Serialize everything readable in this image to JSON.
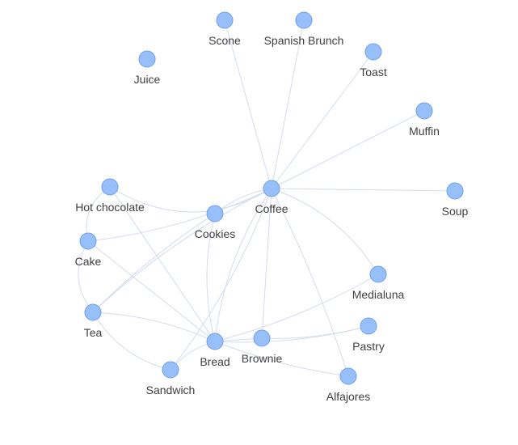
{
  "graph": {
    "colors": {
      "node_fill": "#97bffa",
      "node_stroke": "#6f9fe6",
      "edge": "#d2dcec",
      "label": "#404040"
    },
    "nodes": [
      {
        "id": "coffee",
        "label": "Coffee"
      },
      {
        "id": "scone",
        "label": "Scone"
      },
      {
        "id": "spanish-brunch",
        "label": "Spanish Brunch"
      },
      {
        "id": "juice",
        "label": "Juice"
      },
      {
        "id": "toast",
        "label": "Toast"
      },
      {
        "id": "muffin",
        "label": "Muffin"
      },
      {
        "id": "soup",
        "label": "Soup"
      },
      {
        "id": "hot-chocolate",
        "label": "Hot chocolate"
      },
      {
        "id": "cookies",
        "label": "Cookies"
      },
      {
        "id": "cake",
        "label": "Cake"
      },
      {
        "id": "medialuna",
        "label": "Medialuna"
      },
      {
        "id": "tea",
        "label": "Tea"
      },
      {
        "id": "pastry",
        "label": "Pastry"
      },
      {
        "id": "bread",
        "label": "Bread"
      },
      {
        "id": "brownie",
        "label": "Brownie"
      },
      {
        "id": "sandwich",
        "label": "Sandwich"
      },
      {
        "id": "alfajores",
        "label": "Alfajores"
      }
    ],
    "edges": [
      {
        "from": "coffee",
        "to": "scone"
      },
      {
        "from": "coffee",
        "to": "spanish-brunch"
      },
      {
        "from": "coffee",
        "to": "toast"
      },
      {
        "from": "coffee",
        "to": "muffin"
      },
      {
        "from": "coffee",
        "to": "soup"
      },
      {
        "from": "coffee",
        "to": "cookies"
      },
      {
        "from": "coffee",
        "to": "hot-chocolate"
      },
      {
        "from": "coffee",
        "to": "cake"
      },
      {
        "from": "coffee",
        "to": "medialuna"
      },
      {
        "from": "coffee",
        "to": "brownie"
      },
      {
        "from": "coffee",
        "to": "alfajores"
      },
      {
        "from": "coffee",
        "to": "bread"
      },
      {
        "from": "coffee",
        "to": "sandwich"
      },
      {
        "from": "coffee",
        "to": "tea"
      },
      {
        "from": "bread",
        "to": "hot-chocolate"
      },
      {
        "from": "bread",
        "to": "cake"
      },
      {
        "from": "bread",
        "to": "tea"
      },
      {
        "from": "bread",
        "to": "cookies"
      },
      {
        "from": "bread",
        "to": "medialuna"
      },
      {
        "from": "bread",
        "to": "pastry"
      },
      {
        "from": "bread",
        "to": "brownie"
      },
      {
        "from": "bread",
        "to": "sandwich"
      },
      {
        "from": "bread",
        "to": "alfajores"
      },
      {
        "from": "tea",
        "to": "cookies"
      },
      {
        "from": "tea",
        "to": "sandwich"
      },
      {
        "from": "hot-chocolate",
        "to": "cake"
      },
      {
        "from": "cake",
        "to": "tea"
      },
      {
        "from": "brownie",
        "to": "pastry"
      }
    ]
  }
}
